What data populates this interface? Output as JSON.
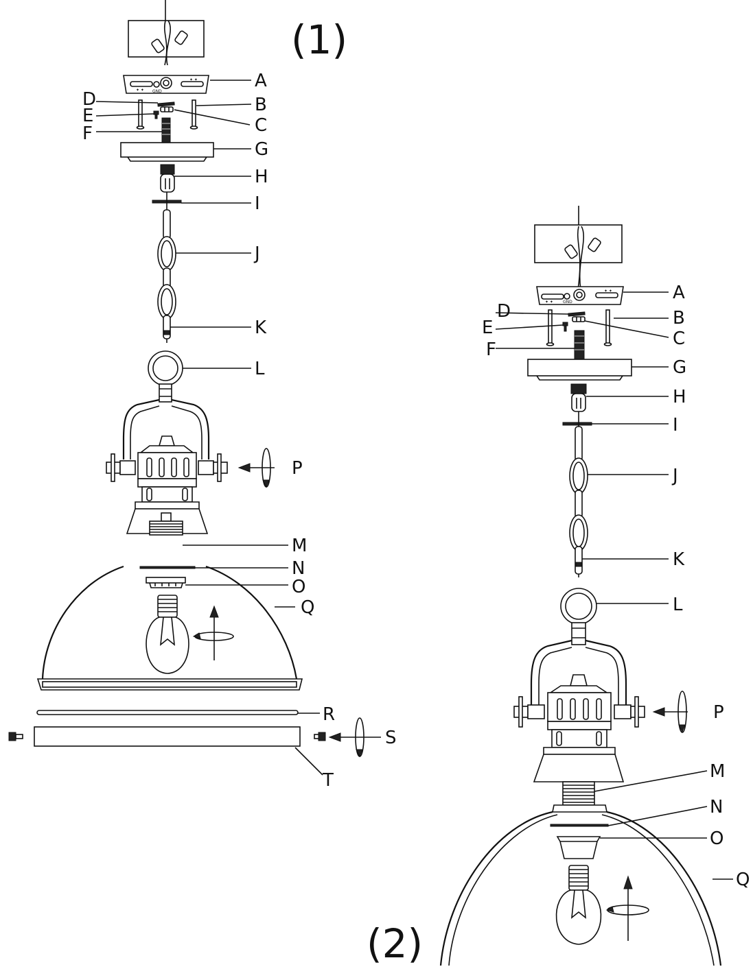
{
  "figures": [
    {
      "id": "1",
      "caption": "(1)",
      "parts": [
        "A",
        "B",
        "C",
        "D",
        "E",
        "F",
        "G",
        "H",
        "I",
        "J",
        "K",
        "L",
        "P",
        "M",
        "N",
        "O",
        "Q",
        "R",
        "S",
        "T"
      ]
    },
    {
      "id": "2",
      "caption": "(2)",
      "parts": [
        "A",
        "B",
        "C",
        "D",
        "E",
        "F",
        "G",
        "H",
        "I",
        "J",
        "K",
        "L",
        "P",
        "M",
        "N",
        "O",
        "Q"
      ]
    }
  ],
  "bracket_marking": "GND",
  "colors": {
    "line": "#111111",
    "background": "#ffffff"
  }
}
